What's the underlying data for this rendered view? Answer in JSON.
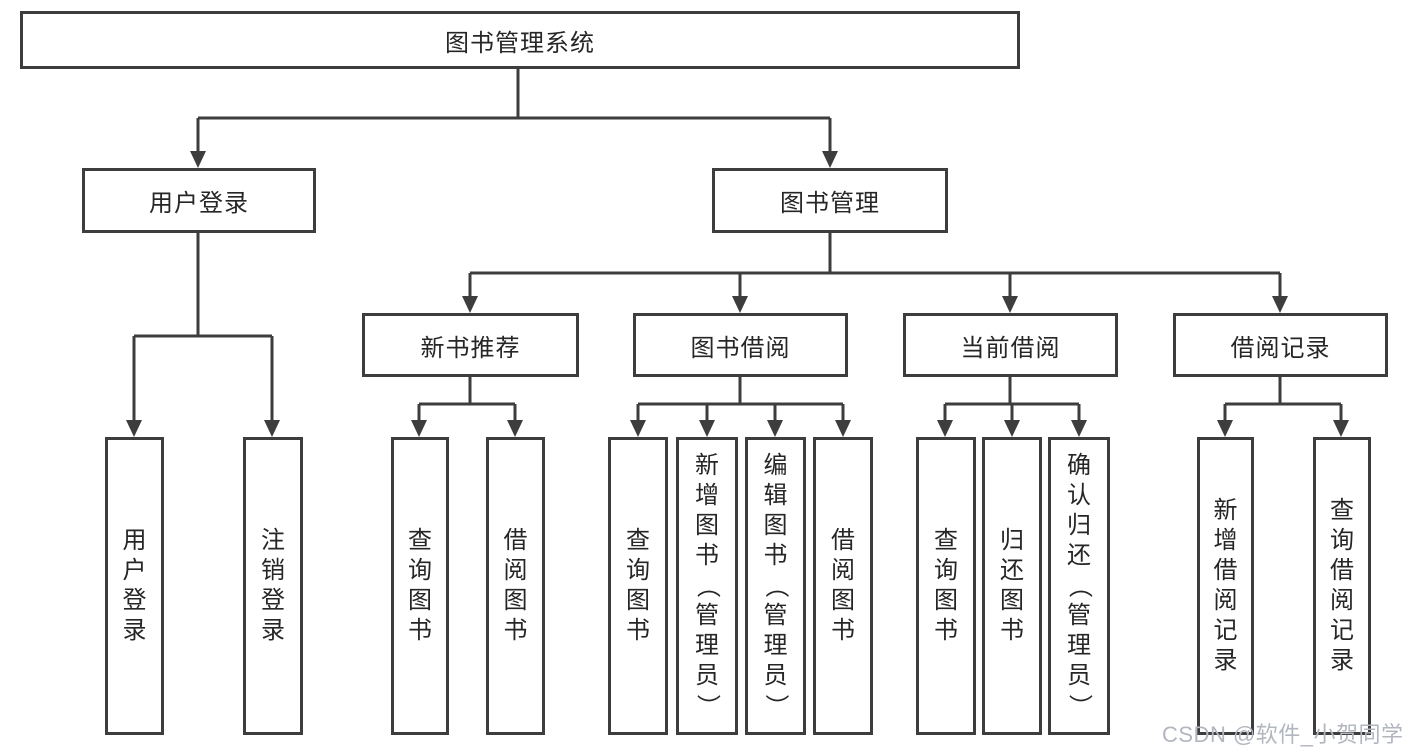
{
  "diagram": {
    "root": {
      "label": "图书管理系统"
    },
    "level1": [
      {
        "label": "用户登录",
        "children": [
          {
            "label": "用户登录"
          },
          {
            "label": "注销登录"
          }
        ]
      },
      {
        "label": "图书管理",
        "children": [
          {
            "label": "新书推荐",
            "children": [
              {
                "label": "查询图书"
              },
              {
                "label": "借阅图书"
              }
            ]
          },
          {
            "label": "图书借阅",
            "children": [
              {
                "label": "查询图书"
              },
              {
                "label": "新增图书（管理员）"
              },
              {
                "label": "编辑图书（管理员）"
              },
              {
                "label": "借阅图书"
              }
            ]
          },
          {
            "label": "当前借阅",
            "children": [
              {
                "label": "查询图书"
              },
              {
                "label": "归还图书"
              },
              {
                "label": "确认归还（管理员）"
              }
            ]
          },
          {
            "label": "借阅记录",
            "children": [
              {
                "label": "新增借阅记录"
              },
              {
                "label": "查询借阅记录"
              }
            ]
          }
        ]
      }
    ]
  },
  "watermark": {
    "text": "CSDN @软件_小贺同学"
  },
  "colors": {
    "background": "#ffffff",
    "box_border": "#3d3d3d",
    "connector_line": "#3d3d3d",
    "text": "#262626",
    "watermark_text": "#b2b6be"
  }
}
